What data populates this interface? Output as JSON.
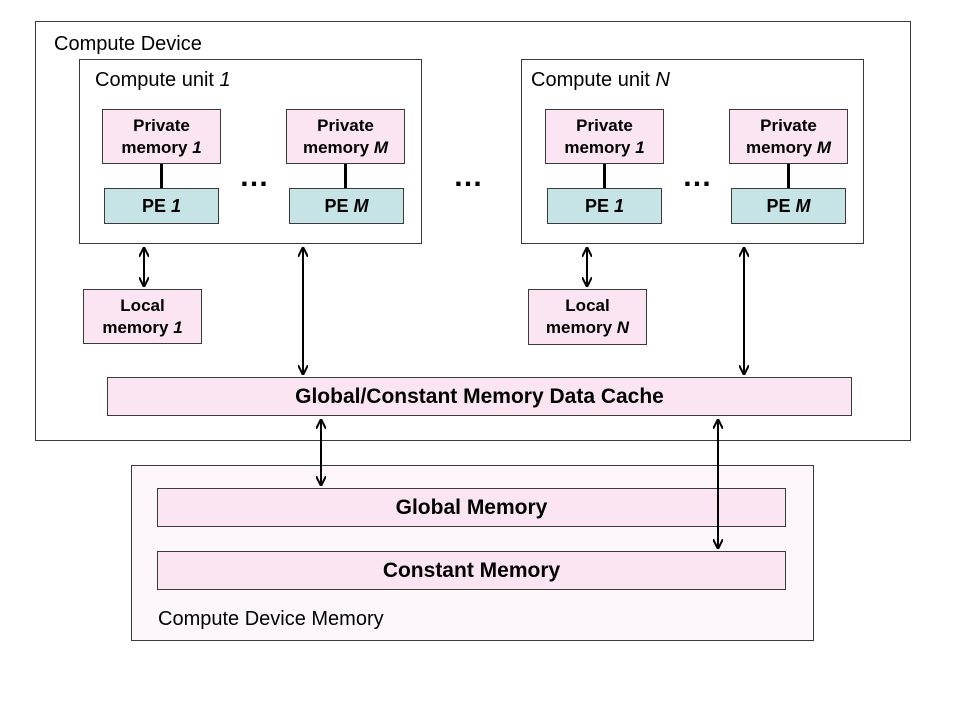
{
  "compute_device": {
    "title": "Compute Device",
    "unit_1": {
      "title_prefix": "Compute unit ",
      "title_index": "1",
      "pe_left": {
        "private_label": "Private",
        "private_mem_prefix": "memory ",
        "private_index": "1",
        "pe_prefix": "PE ",
        "pe_index": "1"
      },
      "pe_right": {
        "private_label": "Private",
        "private_mem_prefix": "memory ",
        "private_index": "M",
        "pe_prefix": "PE ",
        "pe_index": "M"
      },
      "ellipsis": "…"
    },
    "unit_n": {
      "title_prefix": "Compute unit ",
      "title_index": "N",
      "pe_left": {
        "private_label": "Private",
        "private_mem_prefix": "memory ",
        "private_index": "1",
        "pe_prefix": "PE ",
        "pe_index": "1"
      },
      "pe_right": {
        "private_label": "Private",
        "private_mem_prefix": "memory ",
        "private_index": "M",
        "pe_prefix": "PE ",
        "pe_index": "M"
      },
      "ellipsis": "…"
    },
    "between_units_ellipsis": "…",
    "local_memory_1": {
      "label": "Local",
      "mem_prefix": "memory ",
      "index": "1"
    },
    "local_memory_n": {
      "label": "Local",
      "mem_prefix": "memory ",
      "index": "N"
    },
    "global_cache": "Global/Constant Memory Data Cache"
  },
  "device_memory": {
    "title": "Compute Device Memory",
    "global_memory": "Global Memory",
    "constant_memory": "Constant Memory"
  },
  "colors": {
    "memory_fill": "#fbe5f3",
    "pe_fill": "#c6e4e6",
    "device_memory_fill": "#fdf6fa"
  }
}
